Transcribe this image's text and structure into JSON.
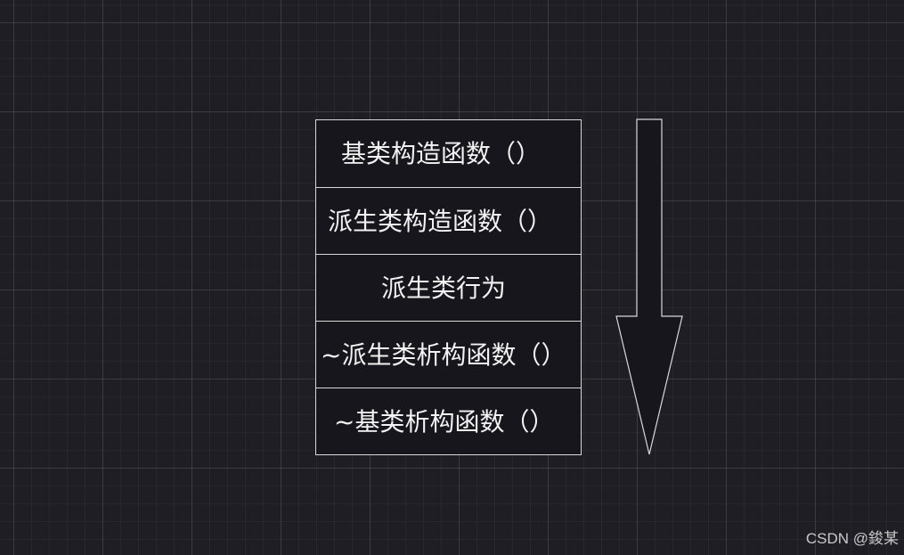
{
  "diagram": {
    "rows": [
      {
        "label": "基类构造函数（）"
      },
      {
        "label": "派生类构造函数（）"
      },
      {
        "label": "派生类行为"
      },
      {
        "label": "~派生类析构函数（）"
      },
      {
        "label": "~基类析构函数（）"
      }
    ],
    "arrow_direction": "down",
    "colors": {
      "background": "#1e1e24",
      "box_fill": "#16161c",
      "stroke": "#d9d9d9",
      "text": "#f2f2f2"
    }
  },
  "watermark": "CSDN @鋑某"
}
